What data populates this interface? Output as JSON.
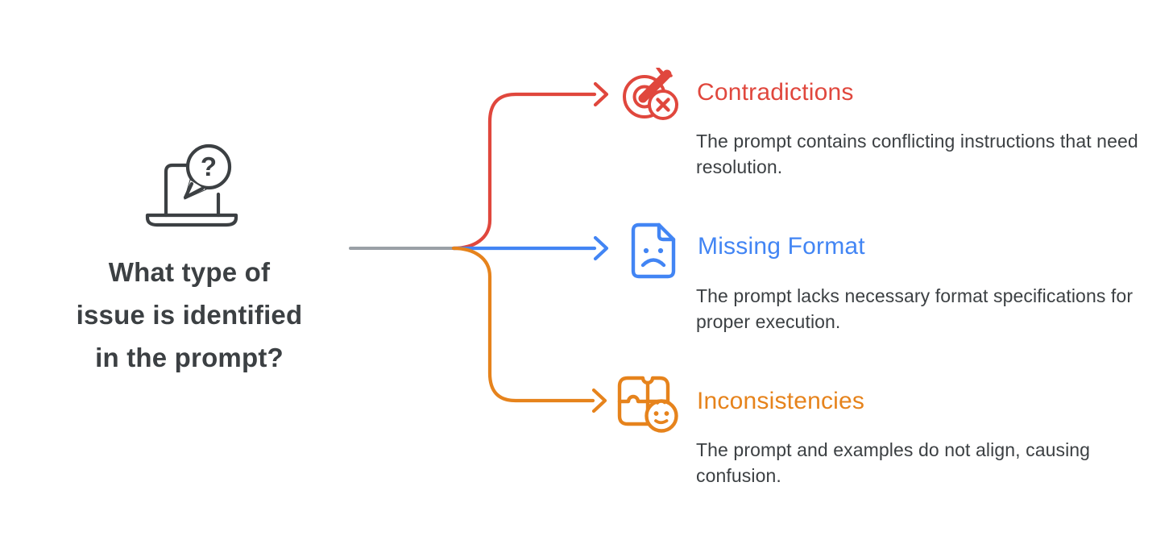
{
  "figure_type": "mindmap-infographic",
  "center": {
    "icon": "laptop-question-icon",
    "question_lines": [
      "What type of",
      "issue is identified",
      "in the prompt?"
    ],
    "question_full": "What type of issue is identified in the prompt?"
  },
  "branches": [
    {
      "label": "Contradictions",
      "description": "The prompt contains conflicting instructions that need resolution.",
      "color": "#e0473d",
      "icon": "target-dart-x-icon"
    },
    {
      "label": "Missing Format",
      "description": "The prompt lacks necessary format specifications for proper execution.",
      "color": "#4285f4",
      "icon": "sad-document-icon"
    },
    {
      "label": "Inconsistencies",
      "description": "The prompt and examples do not align, causing confusion.",
      "color": "#e6831c",
      "icon": "puzzle-smiley-icon"
    }
  ],
  "colors": {
    "red": "#e0473d",
    "blue": "#4285f4",
    "orange": "#e6831c",
    "line_gray": "#9aa0a6",
    "text_dark": "#3c4043",
    "background": "#ffffff"
  }
}
